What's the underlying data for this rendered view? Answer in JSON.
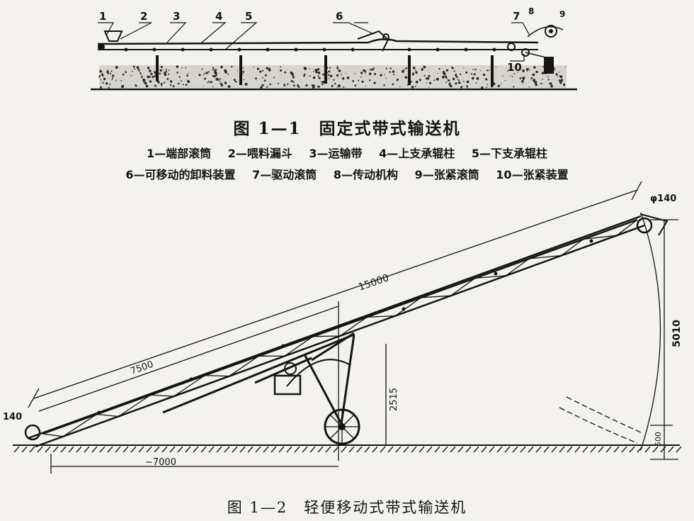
{
  "fig1": {
    "caption": "图 1—1　固定式带式输送机",
    "callouts": [
      "1",
      "2",
      "3",
      "4",
      "5",
      "6",
      "7",
      "8",
      "9",
      "10"
    ],
    "legend_row1": [
      "1—端部滚筒",
      "2—喂料漏斗",
      "3—运输带",
      "4—上支承辊柱",
      "5—下支承辊柱"
    ],
    "legend_row2": [
      "6—可移动的卸料装置",
      "7—驱动滚筒",
      "8—传动机构",
      "9—张紧滚筒",
      "10—张紧装置"
    ]
  },
  "fig2": {
    "caption": "图 1—2　轻便移动式带式输送机",
    "dims": {
      "length_total": "15000",
      "length_half": "7500",
      "pivot_height": "2515",
      "ground_span": "~7000",
      "head_height": "5010",
      "lower_height": "500",
      "dia_tail": "140",
      "dia_head": "φ140"
    }
  }
}
